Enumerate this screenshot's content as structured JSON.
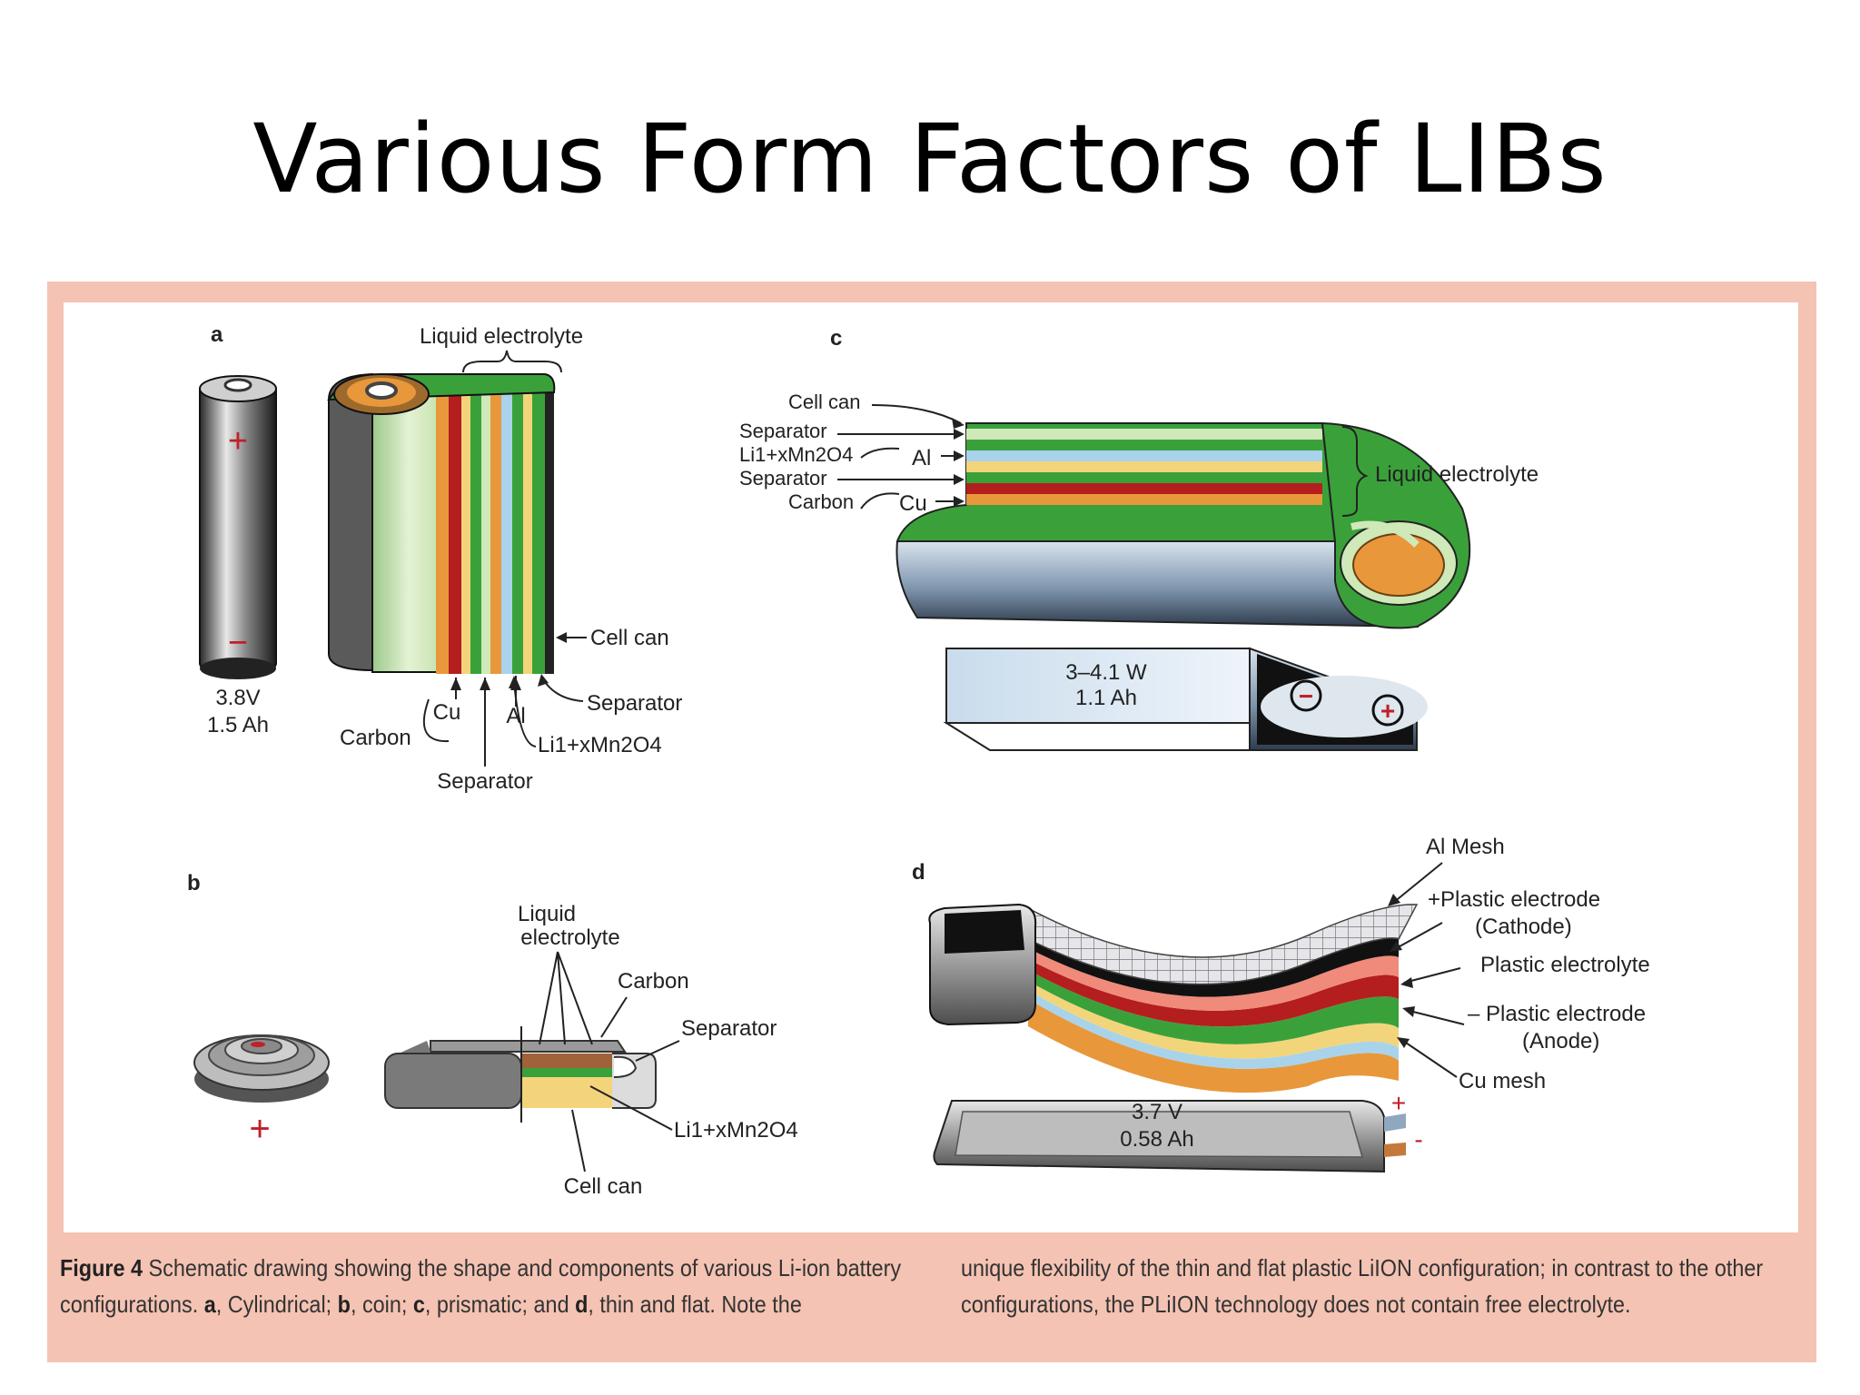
{
  "slide": {
    "title": "Various Form Factors of LIBs"
  },
  "panel_a": {
    "label": "a",
    "liquid_electrolyte": "Liquid electrolyte",
    "voltage": "3.8V",
    "capacity": "1.5 Ah",
    "cell_can": "Cell can",
    "separator_right": "Separator",
    "cu": "Cu",
    "al": "Al",
    "carbon": "Carbon",
    "limn": "Li1+xMn2O4",
    "separator_bottom": "Separator",
    "plus": "+",
    "minus": "−"
  },
  "panel_b": {
    "label": "b",
    "liquid_1": "Liquid",
    "liquid_2": "electrolyte",
    "carbon": "Carbon",
    "separator": "Separator",
    "limn": "Li1+xMn2O4",
    "cell_can": "Cell can",
    "plus": "+"
  },
  "panel_c": {
    "label": "c",
    "cell_can": "Cell can",
    "separator_1": "Separator",
    "limn": "Li1+xMn2O4",
    "al": "Al",
    "separator_2": "Separator",
    "carbon": "Carbon",
    "cu": "Cu",
    "liquid_electrolyte": "Liquid electrolyte",
    "power": "3–4.1 W",
    "capacity": "1.1 Ah"
  },
  "panel_d": {
    "label": "d",
    "al_mesh": "Al Mesh",
    "plastic_cathode_1": "+Plastic electrode",
    "plastic_cathode_2": "(Cathode)",
    "plastic_electrolyte": "Plastic electrolyte",
    "plastic_anode_1": "– Plastic electrode",
    "plastic_anode_2": "(Anode)",
    "cu_mesh": "Cu mesh",
    "voltage": "3.7 V",
    "capacity": "0.58 Ah",
    "plus": "+",
    "minus": "-"
  },
  "caption": {
    "figure_label": "Figure 4",
    "left_part1": " Schematic drawing showing the shape and components of various Li-ion battery configurations. ",
    "a": "a",
    "a_text": ", Cylindrical; ",
    "b": "b",
    "b_text": ", coin; ",
    "c": "c",
    "c_text": ", prismatic; and ",
    "d": "d",
    "d_text": ", thin and flat.  Note the",
    "right": "unique flexibility of the thin and flat  plastic LiION configuration; in contrast to the other configurations, the PLiION technology does not contain free electrolyte."
  },
  "colors": {
    "frame": "#f4c3b3",
    "cathode_green": "#3aa13a",
    "anode_red": "#b41e1e",
    "electrolyte_light_green": "#cfe9b8",
    "manganese_orange": "#e9973b",
    "separator_yellow": "#f2d57a",
    "aluminum_blue": "#a8d3ea"
  }
}
